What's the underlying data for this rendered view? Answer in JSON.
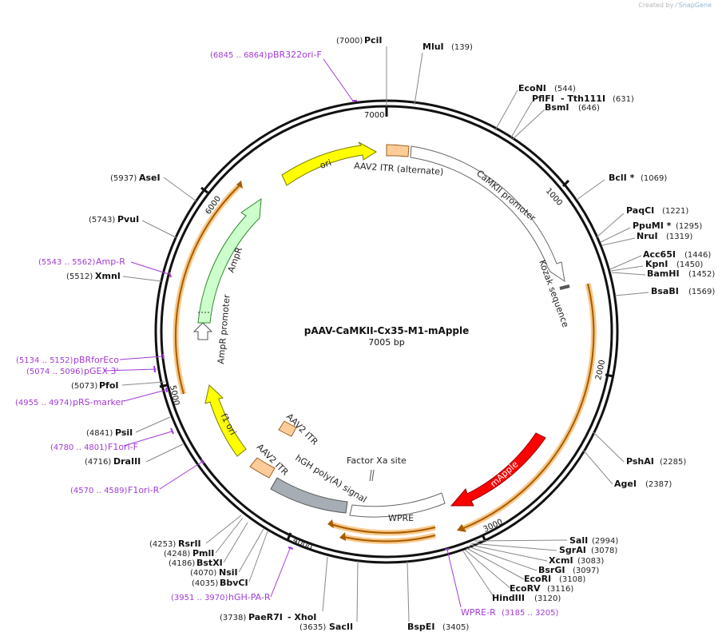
{
  "credit": {
    "prefix": "Created by",
    "brand": "SnapGene"
  },
  "plasmid": {
    "name": "pAAV-CaMKII-Cx35-M1-mApple",
    "size": "7005 bp"
  },
  "ticks": [
    "1000",
    "2000",
    "3000",
    "4000",
    "5000",
    "6000",
    "7000"
  ],
  "features": [
    {
      "name": "ori",
      "color": "#ffff00"
    },
    {
      "name": "AAV2 ITR (alternate)",
      "color": "#ffcc99"
    },
    {
      "name": "CaMKII promoter",
      "color": "#ffffff"
    },
    {
      "name": "Kozak sequence",
      "color": "#ffffff"
    },
    {
      "name": "mApple",
      "color": "#ff0000"
    },
    {
      "name": "WPRE",
      "color": "#ffffff"
    },
    {
      "name": "Factor Xa site",
      "color": "#ffffff"
    },
    {
      "name": "hGH poly(A) signal",
      "color": "#a7adb5"
    },
    {
      "name": "AAV2 ITR",
      "color": "#ffcc99"
    },
    {
      "name": "AAV2 ITR",
      "color": "#ffcc99"
    },
    {
      "name": "f1 ori",
      "color": "#ffff00"
    },
    {
      "name": "AmpR promoter",
      "color": "#ffffff"
    },
    {
      "name": "AmpR",
      "color": "#ccffcc"
    }
  ],
  "enzymes": [
    {
      "name": "PciI",
      "pos": "(7000)"
    },
    {
      "name": "MluI",
      "pos": "(139)"
    },
    {
      "name": "EcoNI",
      "pos": "(544)"
    },
    {
      "name": "PflFI",
      "pos": ""
    },
    {
      "name": "- Tth111I",
      "pos": "(631)"
    },
    {
      "name": "BsmI",
      "pos": "(646)"
    },
    {
      "name": "BclI *",
      "pos": "(1069)"
    },
    {
      "name": "PaqCI",
      "pos": "(1221)"
    },
    {
      "name": "PpuMI *",
      "pos": "(1295)"
    },
    {
      "name": "NruI",
      "pos": "(1319)"
    },
    {
      "name": "Acc65I",
      "pos": "(1446)"
    },
    {
      "name": "KpnI",
      "pos": "(1450)"
    },
    {
      "name": "BamHI",
      "pos": "(1452)"
    },
    {
      "name": "BsaBI",
      "pos": "(1569)"
    },
    {
      "name": "PshAI",
      "pos": "(2285)"
    },
    {
      "name": "AgeI",
      "pos": "(2387)"
    },
    {
      "name": "SalI",
      "pos": "(2994)"
    },
    {
      "name": "SgrAI",
      "pos": "(3078)"
    },
    {
      "name": "XcmI",
      "pos": "(3083)"
    },
    {
      "name": "BsrGI",
      "pos": "(3097)"
    },
    {
      "name": "EcoRI",
      "pos": "(3108)"
    },
    {
      "name": "EcoRV",
      "pos": "(3116)"
    },
    {
      "name": "HindIII",
      "pos": "(3120)"
    },
    {
      "name": "BspEI",
      "pos": "(3405)"
    },
    {
      "name": "SacII",
      "pos": "(3635)"
    },
    {
      "name": "PaeR7I",
      "pos": "(3738)"
    },
    {
      "name": "- XhoI",
      "pos": ""
    },
    {
      "name": "BbvCI",
      "pos": "(4035)"
    },
    {
      "name": "NsiI",
      "pos": "(4070)"
    },
    {
      "name": "BstXI",
      "pos": "(4186)"
    },
    {
      "name": "PmlI",
      "pos": "(4248)"
    },
    {
      "name": "RsrII",
      "pos": "(4253)"
    },
    {
      "name": "DraIII",
      "pos": "(4716)"
    },
    {
      "name": "PsiI",
      "pos": "(4841)"
    },
    {
      "name": "PfoI",
      "pos": "(5073)"
    },
    {
      "name": "XmnI",
      "pos": "(5512)"
    },
    {
      "name": "PvuI",
      "pos": "(5743)"
    },
    {
      "name": "AseI",
      "pos": "(5937)"
    }
  ],
  "primers": [
    {
      "name": "pBR322ori-F",
      "range": "(6845 .. 6864)"
    },
    {
      "name": "Amp-R",
      "range": "(5543 .. 5562)"
    },
    {
      "name": "pBRforEco",
      "range": "(5134 .. 5152)"
    },
    {
      "name": "pGEX 3'",
      "range": "(5074 .. 5096)"
    },
    {
      "name": "pRS-marker",
      "range": "(4955 .. 4974)"
    },
    {
      "name": "F1ori-F",
      "range": "(4780 .. 4801)"
    },
    {
      "name": "F1ori-R",
      "range": "(4570 .. 4589)"
    },
    {
      "name": "hGH-PA-R",
      "range": "(3951 .. 3970)"
    },
    {
      "name": "WPRE-R",
      "range": "(3185 .. 3205)"
    }
  ]
}
